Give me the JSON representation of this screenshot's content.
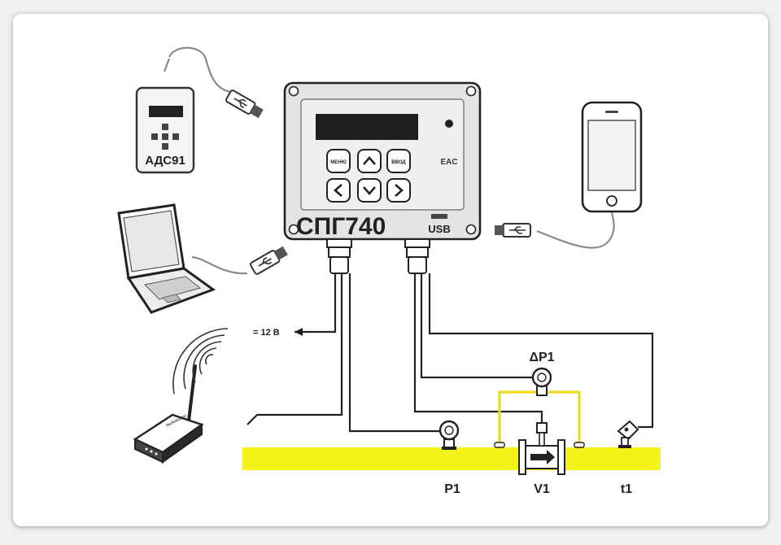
{
  "device": {
    "name": "СПГ740",
    "usb_label": "USB",
    "menu_button": "МЕНЮ",
    "enter_button": "ВВОД",
    "cert_mark": "EAC"
  },
  "adapter": {
    "name": "АДС91"
  },
  "power": {
    "label": "= 12 В"
  },
  "sensors": {
    "differential_pressure": "ΔP1",
    "pressure": "P1",
    "flow": "V1",
    "temperature": "t1"
  },
  "router": {
    "brand": "Technicolor"
  },
  "colors": {
    "pipe": "#f5f21a",
    "impulse_line": "#e9dc1e",
    "wire": "#222222",
    "device_body": "#e4e4e4"
  }
}
